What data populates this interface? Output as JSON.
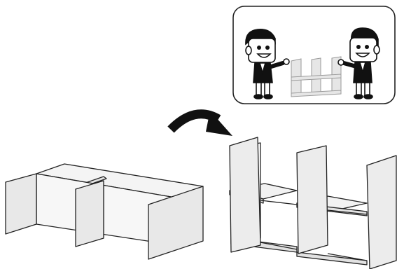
{
  "diagram": {
    "steps": [
      {
        "name": "flat-shelf-assembly",
        "orientation": "lying"
      },
      {
        "name": "upright-shelf-assembly",
        "orientation": "standing"
      }
    ],
    "arrow": {
      "direction": "right",
      "icon": "curved-arrow-icon"
    },
    "inset": {
      "description_icon": "two-people-lifting-shelf-icon",
      "figures": 2
    },
    "colors": {
      "panel_fill": "#eeeeee",
      "panel_shade": "#dcdcdc",
      "stroke": "#222222",
      "arrow": "#111111",
      "background": "#ffffff"
    }
  }
}
